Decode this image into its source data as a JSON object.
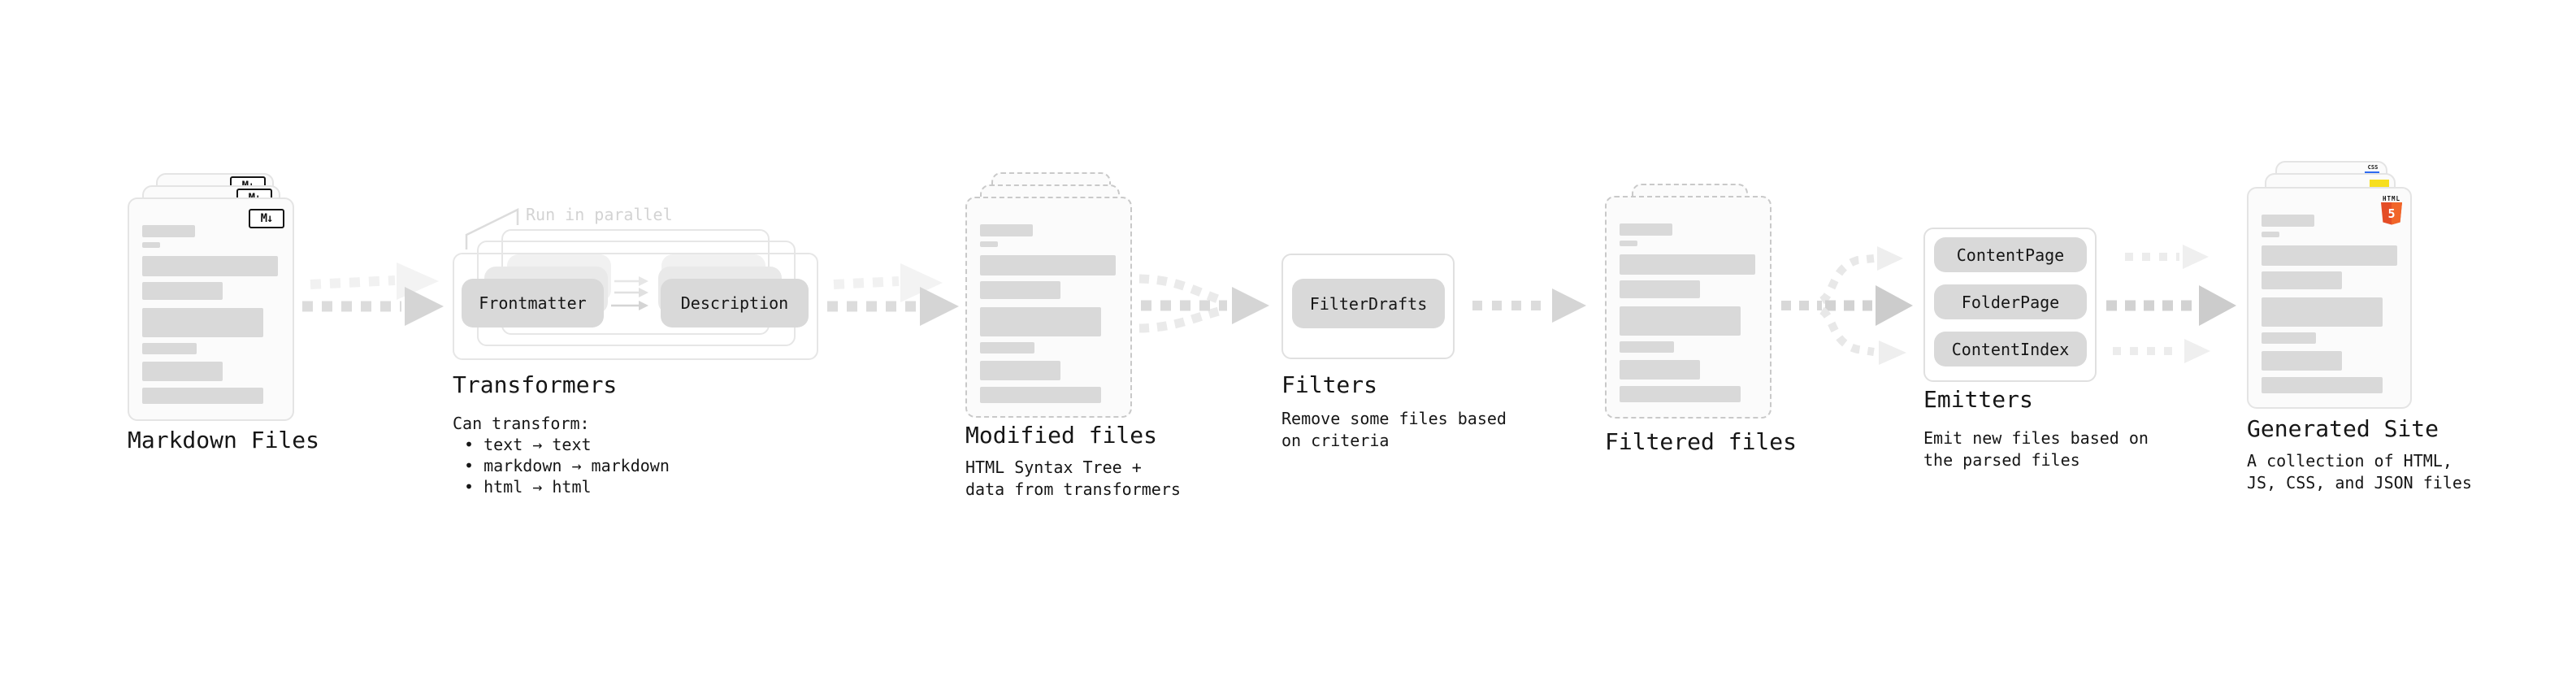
{
  "diagram": {
    "markdown": {
      "label": "Markdown Files",
      "badge": "M↓"
    },
    "transformers": {
      "annotation": "Run in parallel",
      "pill_left": "Frontmatter",
      "pill_right": "Description",
      "label": "Transformers",
      "note_title": "Can transform:",
      "bullet_1": "• text → text",
      "bullet_2": "• markdown → markdown",
      "bullet_3": "• html → html"
    },
    "modified": {
      "label": "Modified files",
      "note": "HTML Syntax Tree +\ndata from transformers"
    },
    "filters": {
      "label": "Filters",
      "pill": "FilterDrafts",
      "note": "Remove some files based\non criteria"
    },
    "filtered": {
      "label": "Filtered files"
    },
    "emitters": {
      "label": "Emitters",
      "pill_1": "ContentPage",
      "pill_2": "FolderPage",
      "pill_3": "ContentIndex",
      "note": "Emit new files based on\nthe parsed files"
    },
    "generated": {
      "label": "Generated Site",
      "note": "A collection of HTML,\nJS, CSS, and JSON files",
      "html_logo_text": "HTML",
      "html_logo_number": "5",
      "css_badge": "CSS"
    }
  },
  "colors": {
    "text": "#161616",
    "annotation_gray": "#d3d3d3",
    "bar_gray": "#d9d9d9",
    "arrow_gray": "#d9d9d9",
    "html5_orange": "#e44d26",
    "js_yellow": "#f7df1e",
    "css_blue": "#2f6bf0"
  }
}
